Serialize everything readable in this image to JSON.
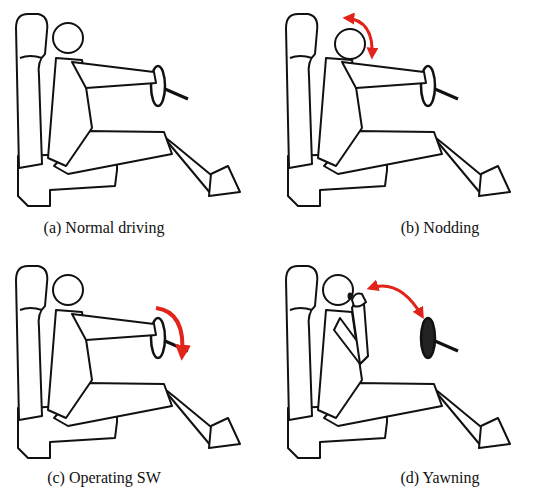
{
  "diagram": {
    "labels": [
      "(a) Normal driving",
      "(b) Nodding",
      "(c) Operating SW",
      "(d) Yawning"
    ]
  }
}
